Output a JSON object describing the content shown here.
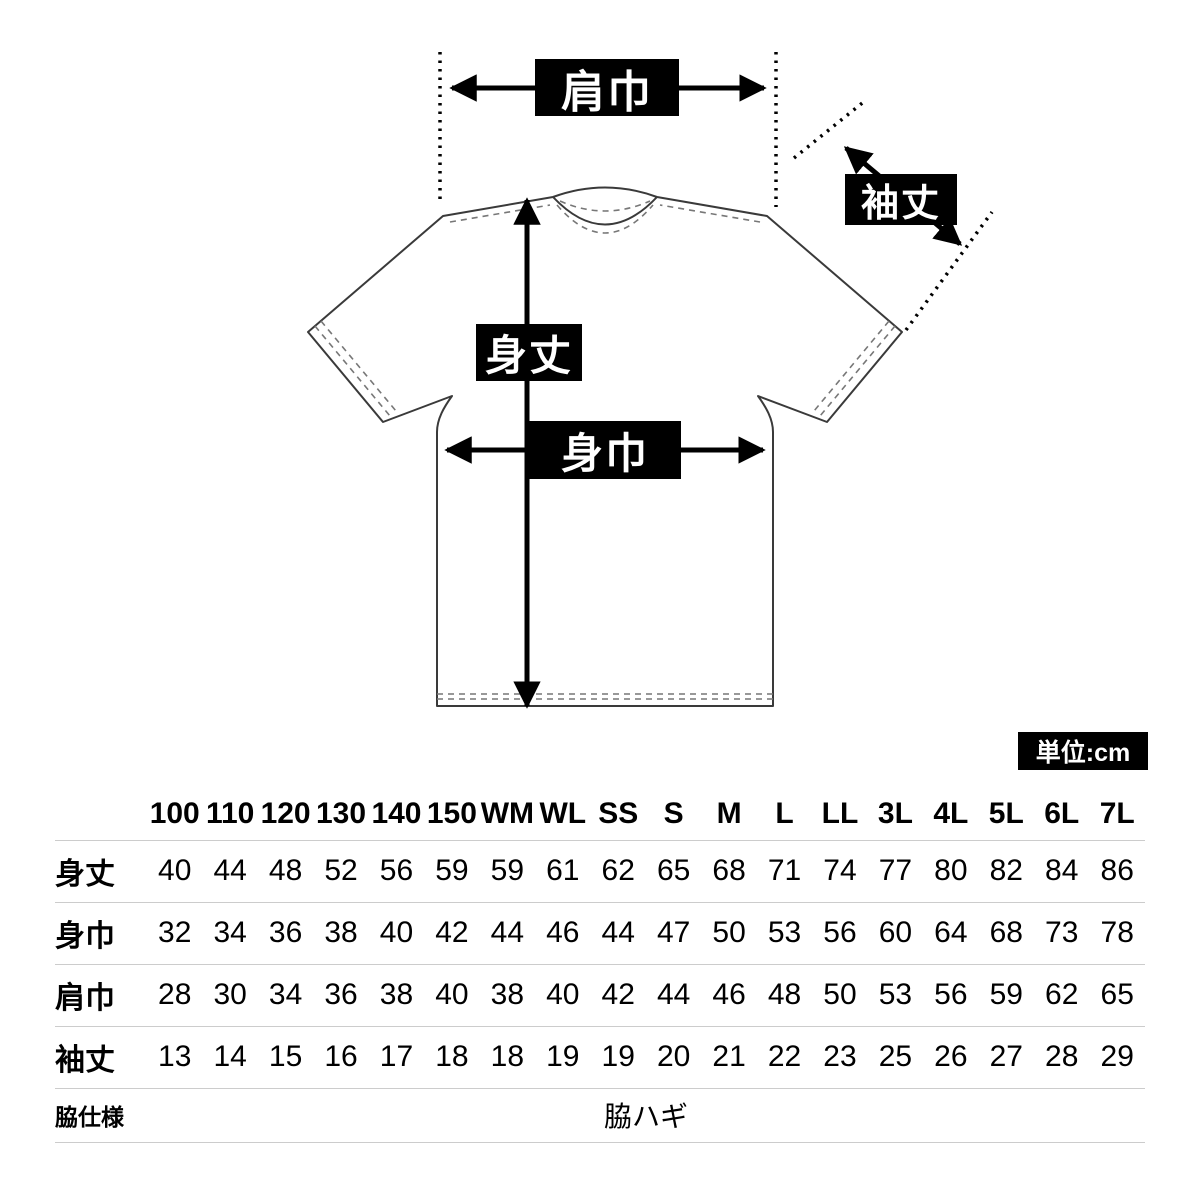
{
  "unit_badge": "単位:cm",
  "diagram": {
    "labels": {
      "shoulder_width": "肩巾",
      "sleeve_length": "袖丈",
      "body_length": "身丈",
      "body_width": "身巾"
    }
  },
  "table": {
    "sizes": [
      "100",
      "110",
      "120",
      "130",
      "140",
      "150",
      "WM",
      "WL",
      "SS",
      "S",
      "M",
      "L",
      "LL",
      "3L",
      "4L",
      "5L",
      "6L",
      "7L"
    ],
    "rows": [
      {
        "label": "身丈",
        "values": [
          40,
          44,
          48,
          52,
          56,
          59,
          59,
          61,
          62,
          65,
          68,
          71,
          74,
          77,
          80,
          82,
          84,
          86
        ]
      },
      {
        "label": "身巾",
        "values": [
          32,
          34,
          36,
          38,
          40,
          42,
          44,
          46,
          44,
          47,
          50,
          53,
          56,
          60,
          64,
          68,
          73,
          78
        ]
      },
      {
        "label": "肩巾",
        "values": [
          28,
          30,
          34,
          36,
          38,
          40,
          38,
          40,
          42,
          44,
          46,
          48,
          50,
          53,
          56,
          59,
          62,
          65
        ]
      },
      {
        "label": "袖丈",
        "values": [
          13,
          14,
          15,
          16,
          17,
          18,
          18,
          19,
          19,
          20,
          21,
          22,
          23,
          25,
          26,
          27,
          28,
          29
        ]
      }
    ],
    "spec_row": {
      "label": "脇仕様",
      "value": "脇ハギ"
    }
  }
}
